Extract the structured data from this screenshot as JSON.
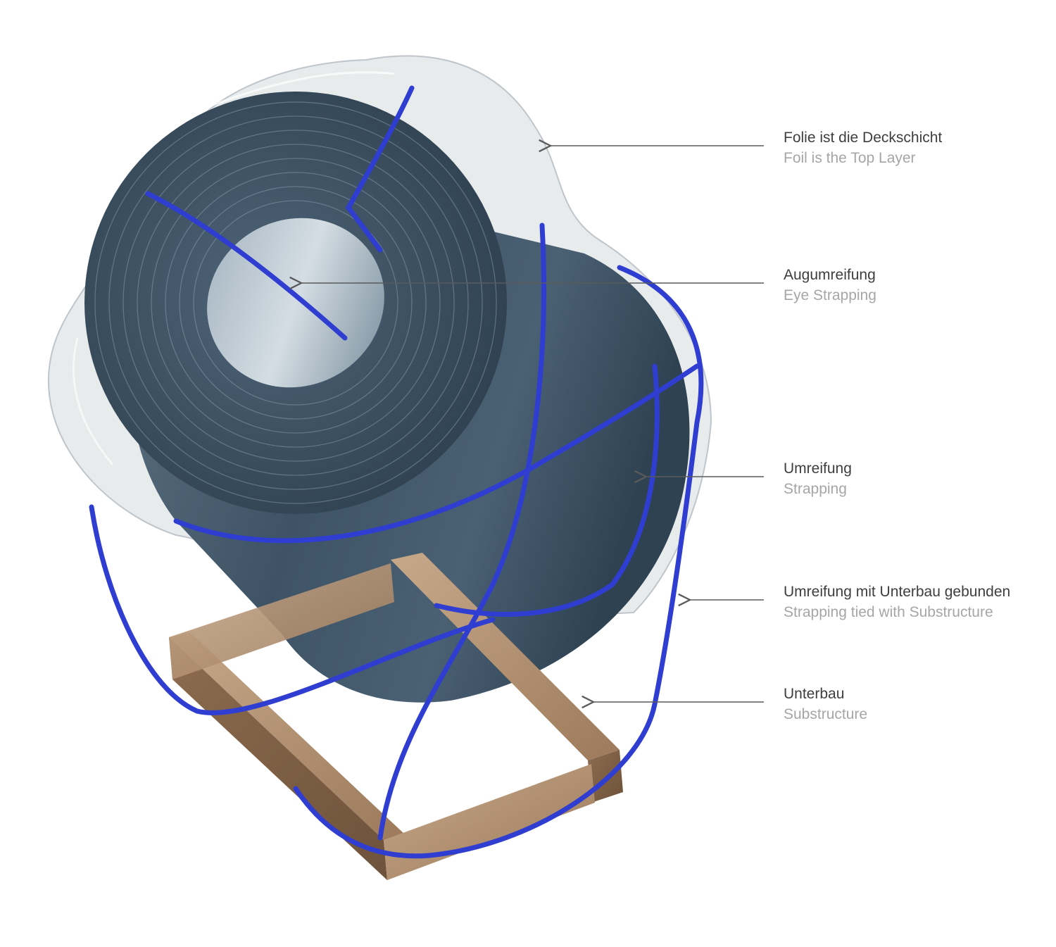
{
  "colors": {
    "background": "#ffffff",
    "label_primary": "#3e3e3e",
    "label_secondary": "#a6a6a6",
    "leader_line": "#5a5a5a",
    "strap": "#2f3ed1",
    "coil": "#3f5568",
    "wood": "#b08d6c",
    "foil": "#c9ced3"
  },
  "callouts": [
    {
      "id": "foil",
      "de": "Folie ist die Deckschicht",
      "en": "Foil is the Top Layer"
    },
    {
      "id": "eye-strap",
      "de": "Augumreifung",
      "en": "Eye Strapping"
    },
    {
      "id": "strap",
      "de": "Umreifung",
      "en": "Strapping"
    },
    {
      "id": "strap-tied",
      "de": "Umreifung mit Unterbau gebunden",
      "en": "Strapping tied with Substructure"
    },
    {
      "id": "substructure",
      "de": "Unterbau",
      "en": "Substructure"
    }
  ]
}
